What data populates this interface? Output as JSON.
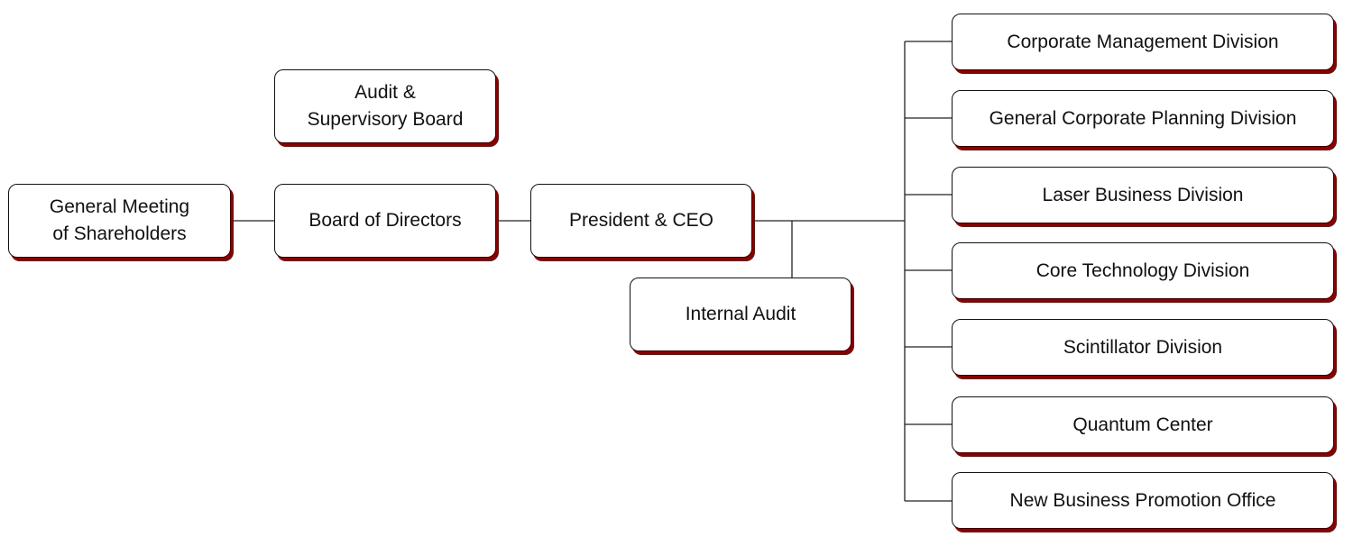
{
  "chart": {
    "shareholders": [
      "General Meeting",
      "of Shareholders"
    ],
    "audit_board": [
      "Audit &",
      "Supervisory Board"
    ],
    "board": "Board of Directors",
    "ceo": "President & CEO",
    "internal_audit": "Internal Audit",
    "divisions": [
      "Corporate Management Division",
      "General Corporate Planning Division",
      "Laser Business Division",
      "Core Technology Division",
      "Scintillator Division",
      "Quantum Center",
      "New Business Promotion Office"
    ]
  },
  "colors": {
    "border": "#111111",
    "shadow": "#8b0000",
    "connector": "#222222"
  }
}
